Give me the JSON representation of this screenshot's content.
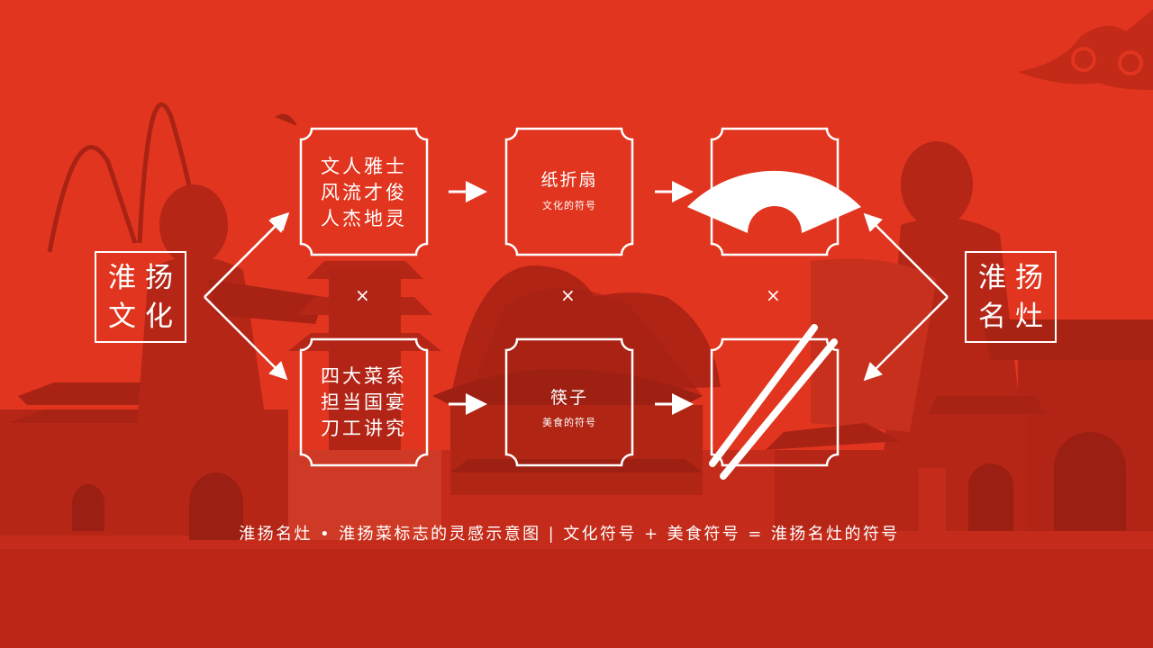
{
  "colors": {
    "background": "#e1351f",
    "background_dark": "#b52617",
    "foreground": "#ffffff"
  },
  "left_badge": {
    "row1": "淮扬",
    "row2": "文化"
  },
  "right_badge": {
    "row1": "淮扬",
    "row2": "名灶"
  },
  "culture_box": {
    "lines": [
      "文人雅士",
      "风流才俊",
      "人杰地灵"
    ]
  },
  "cuisine_box": {
    "lines": [
      "四大菜系",
      "担当国宴",
      "刀工讲究"
    ]
  },
  "fan_box": {
    "title": "纸折扇",
    "subtitle": "文化的符号"
  },
  "chopsticks_box": {
    "title": "筷子",
    "subtitle": "美食的符号"
  },
  "symbols": {
    "fan_icon": "folding-fan",
    "chopsticks_icon": "chopsticks",
    "multiply": "×",
    "cloud_icon": "auspicious-cloud"
  },
  "caption": "淮扬名灶 • 淮扬菜标志的灵感示意图 | 文化符号 + 美食符号 = 淮扬名灶的符号"
}
